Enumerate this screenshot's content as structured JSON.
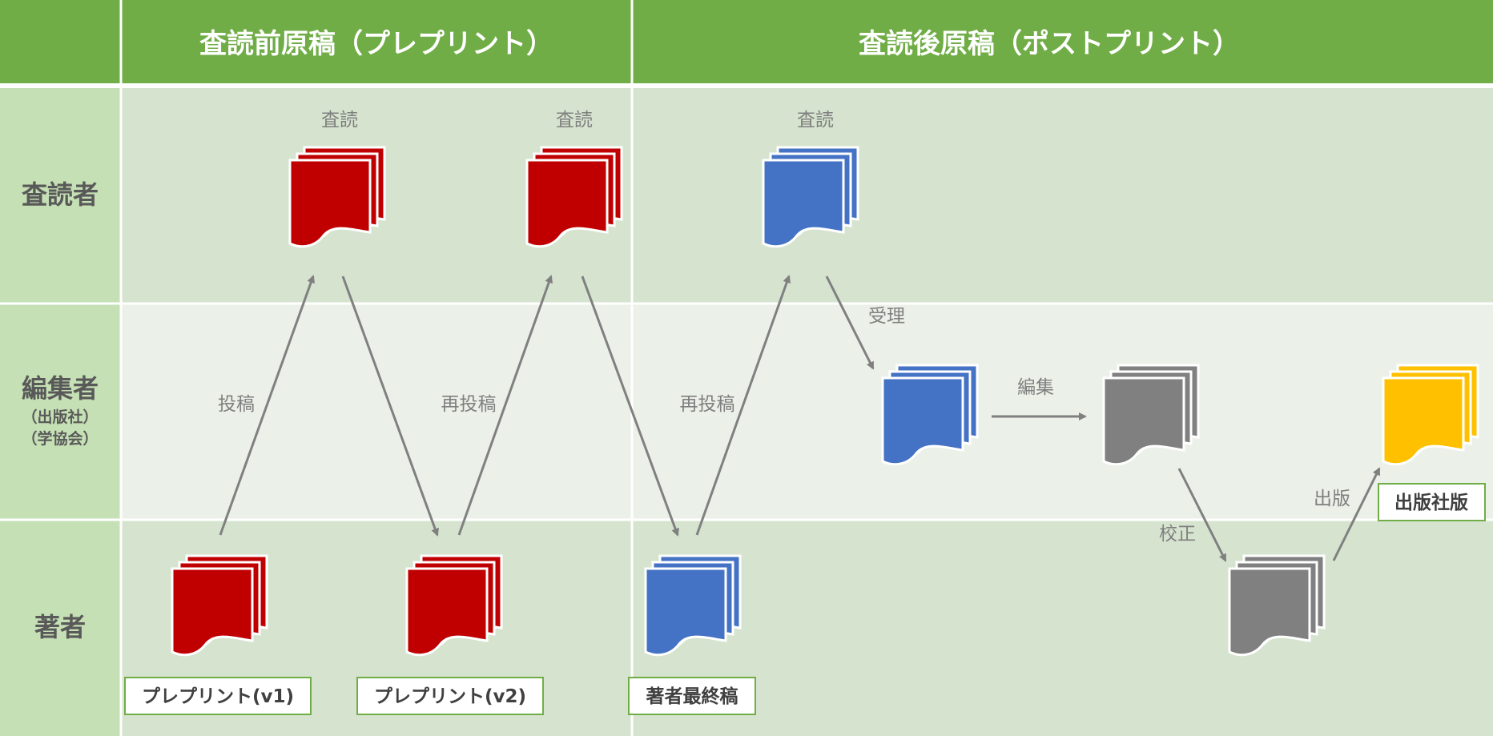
{
  "header": {
    "preprint": "査読前原稿（プレプリント）",
    "postprint": "査読後原稿（ポストプリント）"
  },
  "rows": {
    "reviewer": "査読者",
    "editor": "編集者",
    "editor_sub1": "（出版社）",
    "editor_sub2": "（学協会）",
    "author": "著者"
  },
  "edge_labels": {
    "review1": "査読",
    "review2": "査読",
    "review3": "査読",
    "submit": "投稿",
    "resubmit1": "再投稿",
    "resubmit2": "再投稿",
    "accept": "受理",
    "edit": "編集",
    "proof": "校正",
    "publish": "出版"
  },
  "doc_labels": {
    "preprint_v1": "プレプリント(v1)",
    "preprint_v2": "プレプリント(v2)",
    "author_final": "著者最終稿",
    "publisher_version": "出版社版"
  },
  "colors": {
    "header_green": "#70ad47",
    "row_label_green": "#c5e0b4",
    "band_dark": "#d6e4cf",
    "band_light": "#ebf1e8",
    "doc_red": "#c00000",
    "doc_blue": "#4472c4",
    "doc_gray": "#808080",
    "doc_gold": "#ffc000",
    "arrow_gray": "#808080"
  }
}
